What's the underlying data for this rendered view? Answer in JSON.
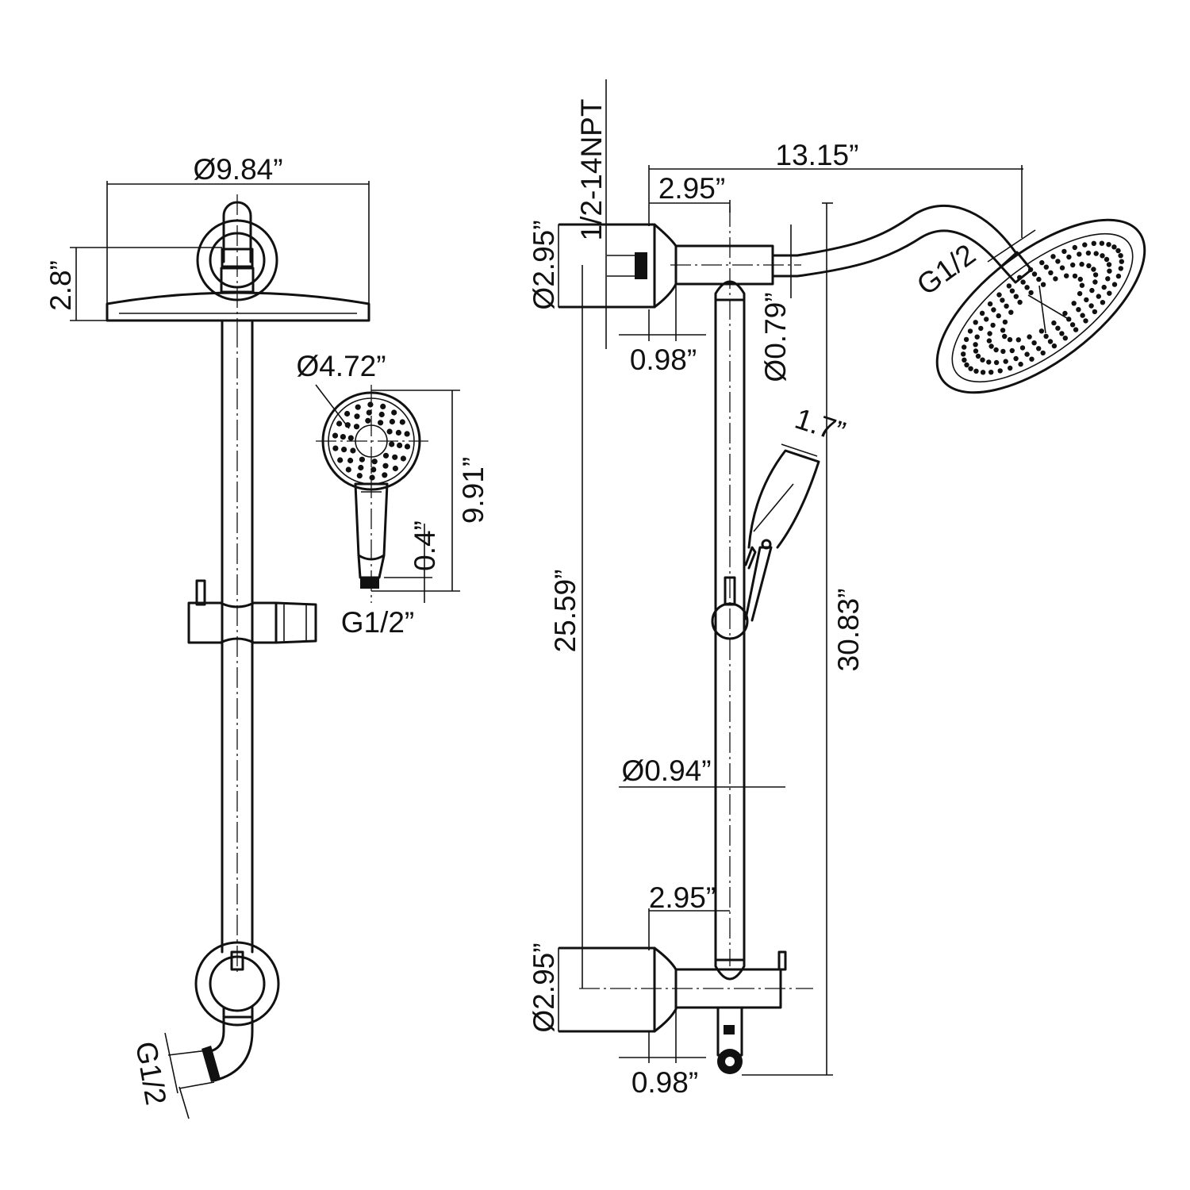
{
  "figure": {
    "colors": {
      "line": "#111111",
      "background": "#ffffff"
    }
  },
  "front_view": {
    "head_diameter": "Ø9.84”",
    "head_height": "2.8”",
    "handheld_diameter": "Ø4.72”",
    "handheld_length": "9.91”",
    "handheld_nozzle": "0.4”",
    "handheld_thread": "G1/2”",
    "inlet_thread": "G1/2"
  },
  "side_view": {
    "arm_reach": "13.15”",
    "top_offset": "2.95”",
    "inlet_thread": "1/2-14NPT",
    "top_flange": "Ø2.95”",
    "top_flange_depth": "0.98”",
    "arm_diameter": "Ø0.79”",
    "head_thread": "G1/2",
    "handheld_width": "1.7”",
    "center_distance": "25.59”",
    "total_height": "30.83”",
    "bar_diameter": "Ø0.94”",
    "bottom_offset": "2.95”",
    "bottom_flange": "Ø2.95”",
    "bottom_flange_depth": "0.98”"
  }
}
